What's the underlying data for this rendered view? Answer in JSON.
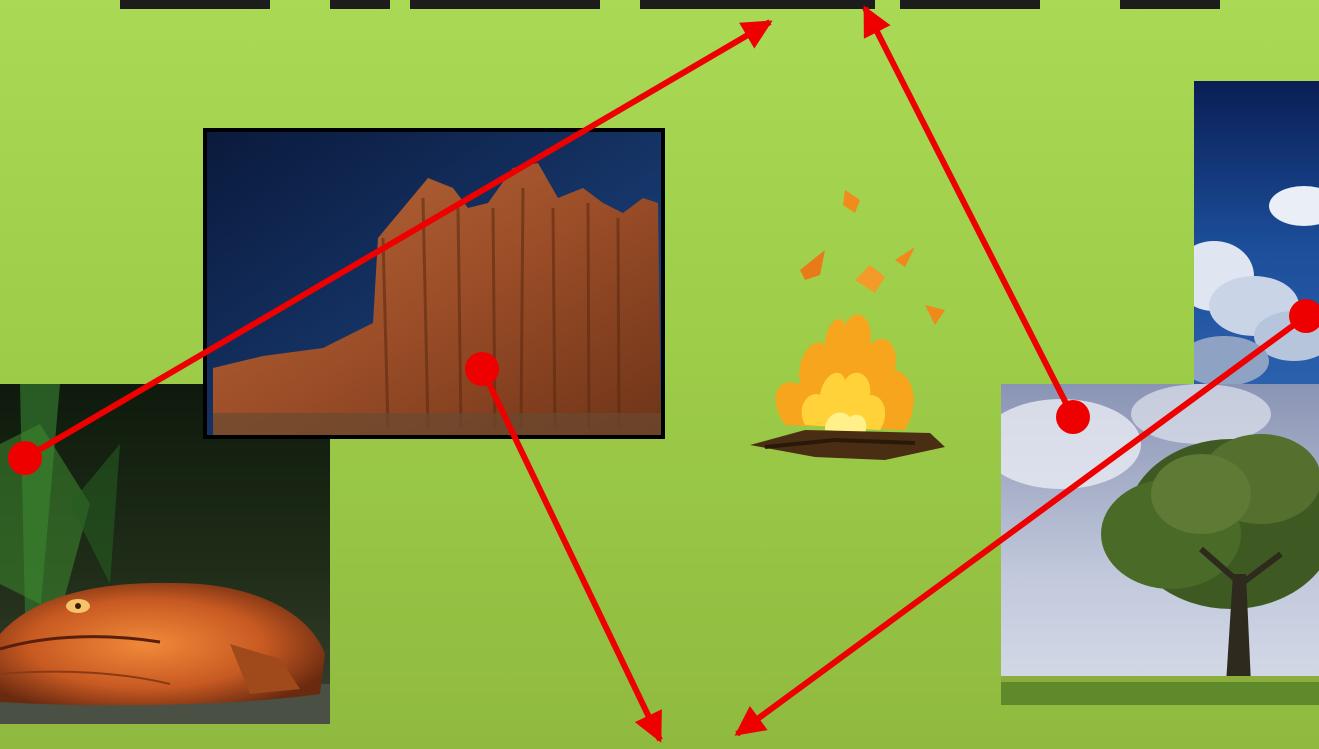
{
  "slide": {
    "background_color": "#a4d450",
    "connector_color": "#ee0000"
  },
  "images": [
    {
      "name": "crocodile",
      "icon": "crocodile-photo"
    },
    {
      "name": "rock-formation",
      "icon": "red-rock-cliff-photo"
    },
    {
      "name": "campfire",
      "icon": "campfire-clipart"
    },
    {
      "name": "cloudy-sky",
      "icon": "blue-sky-clouds-photo"
    },
    {
      "name": "tree",
      "icon": "oak-tree-photo"
    }
  ],
  "connectors": [
    {
      "name": "crocodile-to-top",
      "from": "crocodile",
      "to": "top-target"
    },
    {
      "name": "rock-to-bottom",
      "from": "rock-formation",
      "to": "bottom-target"
    },
    {
      "name": "tree-to-top",
      "from": "tree",
      "to": "top-target"
    },
    {
      "name": "sky-to-bottom",
      "from": "cloudy-sky",
      "to": "bottom-target"
    }
  ]
}
